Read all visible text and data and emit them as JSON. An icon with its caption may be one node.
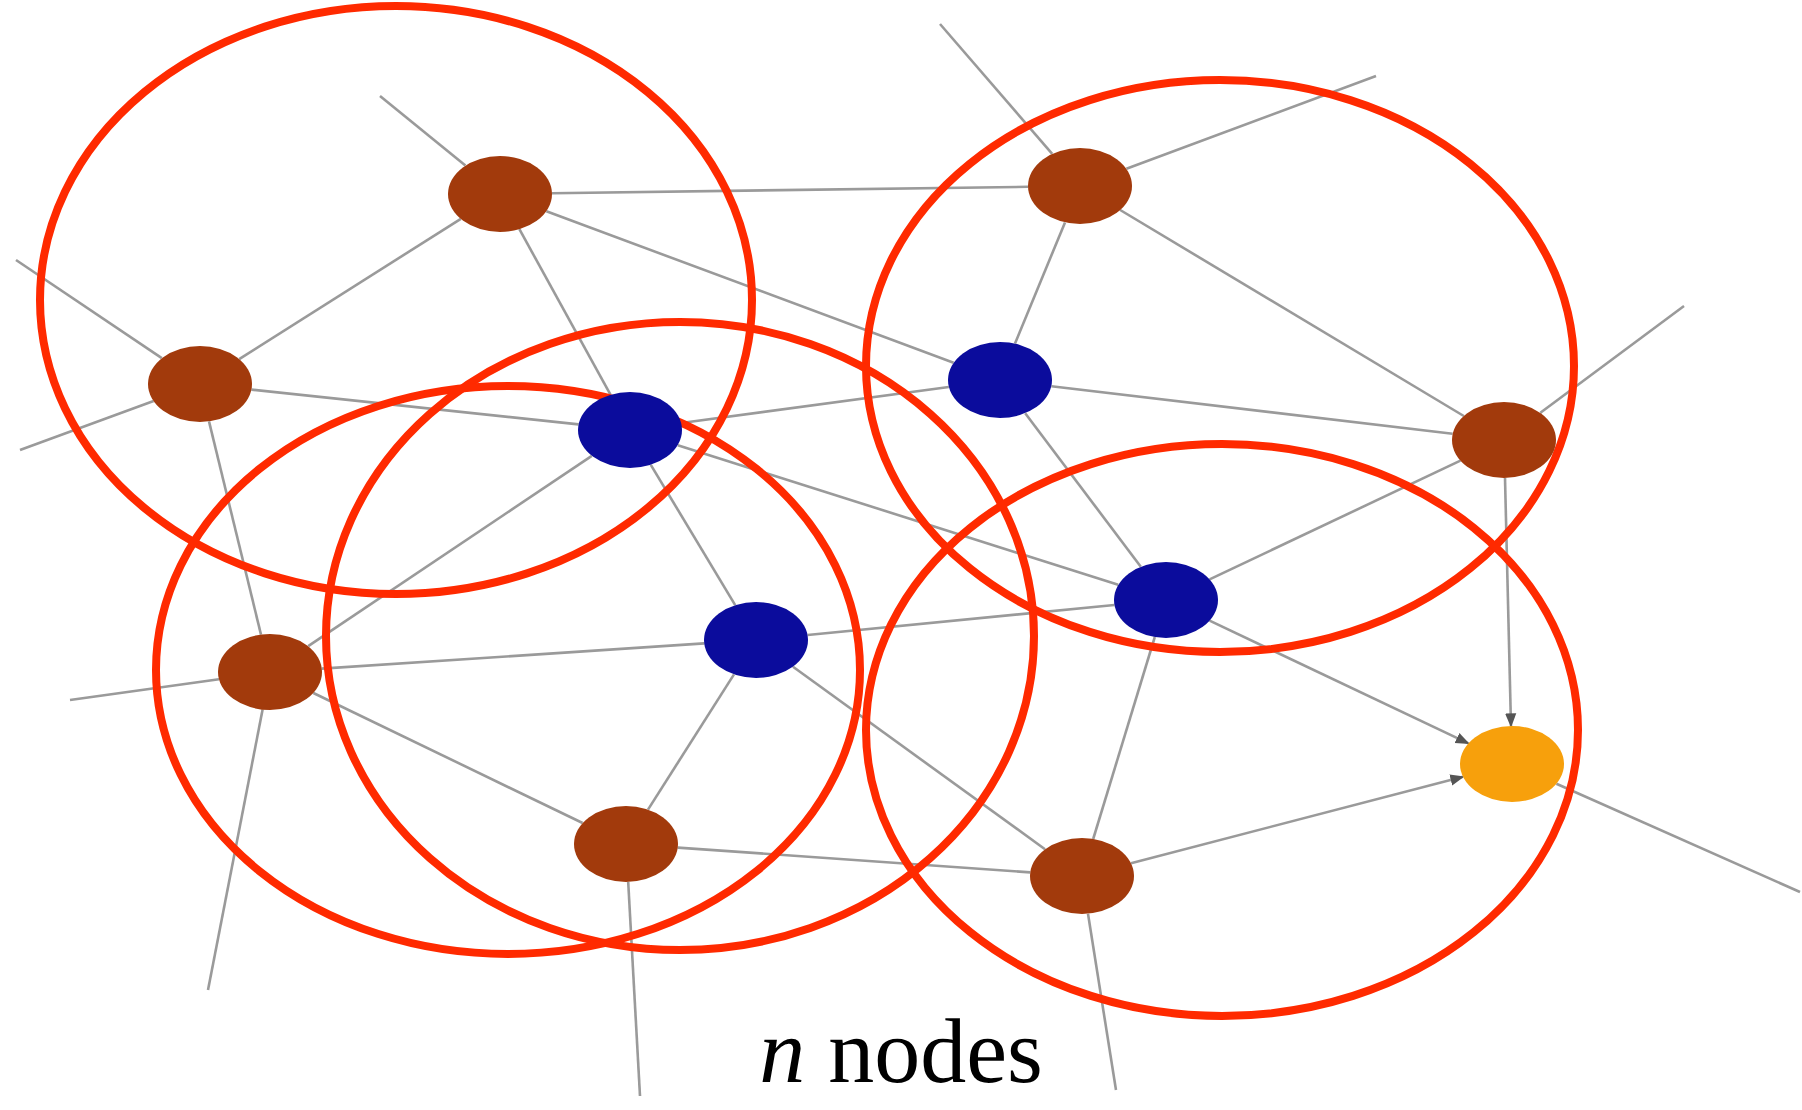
{
  "diagram": {
    "caption": "*n* nodes",
    "nodes": [
      {
        "text": [],
        "shape": "circle"
      },
      {
        "text": [],
        "shape": "circle"
      },
      {
        "text": [],
        "shape": "circle"
      },
      {
        "text": [],
        "shape": "circle"
      },
      {
        "text": [],
        "shape": "circle"
      },
      {
        "text": [],
        "shape": "circle"
      },
      {
        "text": [],
        "shape": "circle"
      },
      {
        "text": [],
        "shape": "circle"
      },
      {
        "text": [],
        "shape": "circle"
      },
      {
        "text": [],
        "shape": "circle"
      },
      {
        "text": [],
        "shape": "circle"
      },
      {
        "text": [],
        "shape": "circle"
      }
    ],
    "edges": [
      {
        "from": 0,
        "to": 1,
        "arrow": "none"
      },
      {
        "from": 0,
        "to": 2,
        "arrow": "none"
      },
      {
        "from": 0,
        "to": 3,
        "arrow": "none"
      },
      {
        "from": 0,
        "to": 4,
        "arrow": "none"
      },
      {
        "from": null,
        "to": 0,
        "arrow": "none"
      },
      {
        "from": null,
        "to": 1,
        "arrow": "none"
      },
      {
        "from": null,
        "to": 1,
        "arrow": "none"
      },
      {
        "from": 1,
        "to": 4,
        "arrow": "none"
      },
      {
        "from": 1,
        "to": 5,
        "arrow": "none"
      },
      {
        "from": null,
        "to": 2,
        "arrow": "none"
      },
      {
        "from": null,
        "to": 2,
        "arrow": "none"
      },
      {
        "from": 2,
        "to": 3,
        "arrow": "none"
      },
      {
        "from": 2,
        "to": 6,
        "arrow": "none"
      },
      {
        "from": 3,
        "to": 4,
        "arrow": "none"
      },
      {
        "from": 3,
        "to": 6,
        "arrow": "none"
      },
      {
        "from": 3,
        "to": 7,
        "arrow": "none"
      },
      {
        "from": 3,
        "to": 8,
        "arrow": "none"
      },
      {
        "from": 4,
        "to": 5,
        "arrow": "none"
      },
      {
        "from": 4,
        "to": 8,
        "arrow": "none"
      },
      {
        "from": null,
        "to": 5,
        "arrow": "none"
      },
      {
        "from": 5,
        "to": 9,
        "arrow": "to"
      },
      {
        "from": 5,
        "to": 8,
        "arrow": "none"
      },
      {
        "from": null,
        "to": 6,
        "arrow": "none"
      },
      {
        "from": null,
        "to": 6,
        "arrow": "none"
      },
      {
        "from": 6,
        "to": 7,
        "arrow": "none"
      },
      {
        "from": 6,
        "to": 10,
        "arrow": "none"
      },
      {
        "from": 7,
        "to": 8,
        "arrow": "none"
      },
      {
        "from": 7,
        "to": 10,
        "arrow": "none"
      },
      {
        "from": 7,
        "to": 11,
        "arrow": "none"
      },
      {
        "from": 8,
        "to": 9,
        "arrow": "to"
      },
      {
        "from": 8,
        "to": 11,
        "arrow": "none"
      },
      {
        "from": null,
        "to": 9,
        "arrow": "none"
      },
      {
        "from": 10,
        "to": 11,
        "arrow": "none"
      },
      {
        "from": null,
        "to": 10,
        "arrow": "none"
      },
      {
        "from": 11,
        "to": 9,
        "arrow": "to"
      },
      {
        "from": null,
        "to": 11,
        "arrow": "none"
      }
    ]
  }
}
